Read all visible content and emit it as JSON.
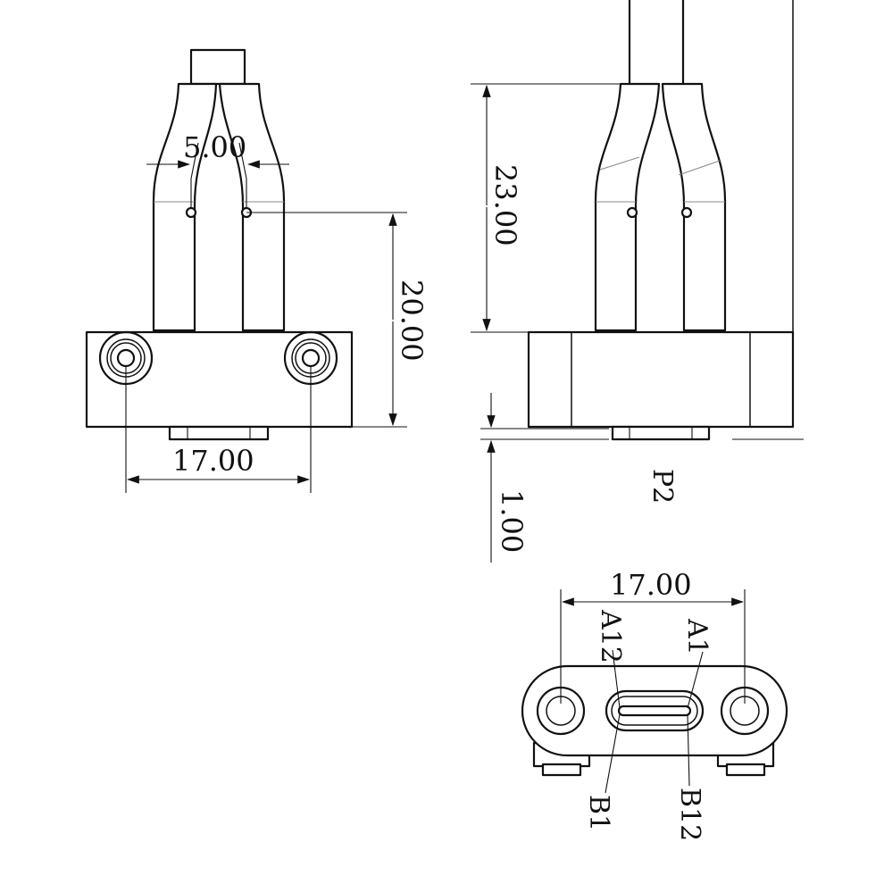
{
  "drawing": {
    "dimensions": {
      "front_view_pitch": "5.00",
      "front_view_height": "20.00",
      "front_view_hole_spacing": "17.00",
      "side_view_height": "23.00",
      "side_view_offset": "1.00",
      "bottom_view_hole_spacing": "17.00"
    },
    "view_label": "P2",
    "pin_labels": {
      "top_left": "A12",
      "top_right": "A1",
      "bottom_left": "B1",
      "bottom_right": "B12"
    }
  }
}
